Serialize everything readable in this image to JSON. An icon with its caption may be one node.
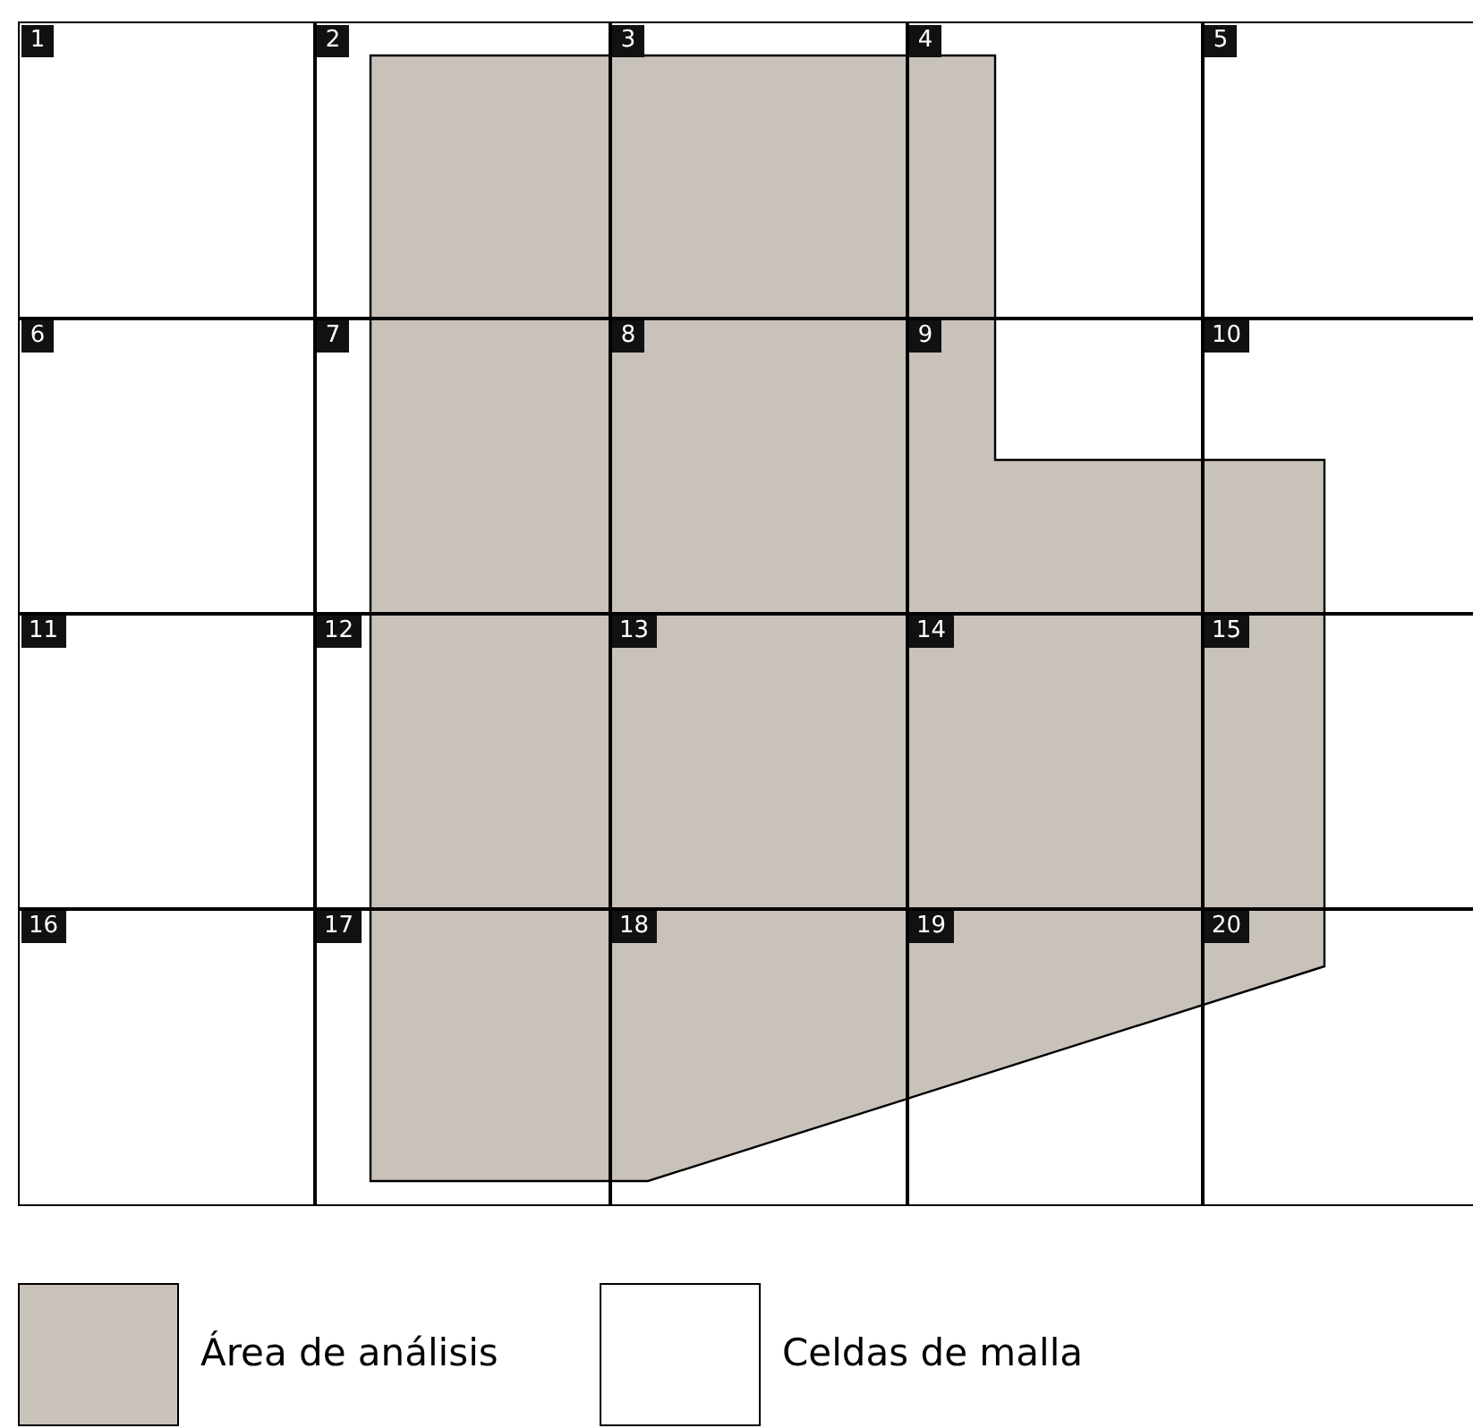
{
  "diagram": {
    "nodes": [
      {
        "text": [
          "1"
        ]
      },
      {
        "text": [
          "2"
        ]
      },
      {
        "text": [
          "3"
        ]
      },
      {
        "text": [
          "4"
        ]
      },
      {
        "text": [
          "5"
        ]
      },
      {
        "text": [
          "6"
        ]
      },
      {
        "text": [
          "7"
        ]
      },
      {
        "text": [
          "8"
        ]
      },
      {
        "text": [
          "9"
        ]
      },
      {
        "text": [
          "10"
        ]
      },
      {
        "text": [
          "11"
        ]
      },
      {
        "text": [
          "12"
        ]
      },
      {
        "text": [
          "13"
        ]
      },
      {
        "text": [
          "14"
        ]
      },
      {
        "text": [
          "15"
        ]
      },
      {
        "text": [
          "16"
        ]
      },
      {
        "text": [
          "17"
        ]
      },
      {
        "text": [
          "18"
        ]
      },
      {
        "text": [
          "19"
        ]
      },
      {
        "text": [
          "20"
        ]
      }
    ],
    "legend": [
      {
        "text": "Área de análisis",
        "color": "#c9c2bb"
      },
      {
        "text": "Celdas de malla",
        "color": "#ffffff"
      }
    ]
  }
}
